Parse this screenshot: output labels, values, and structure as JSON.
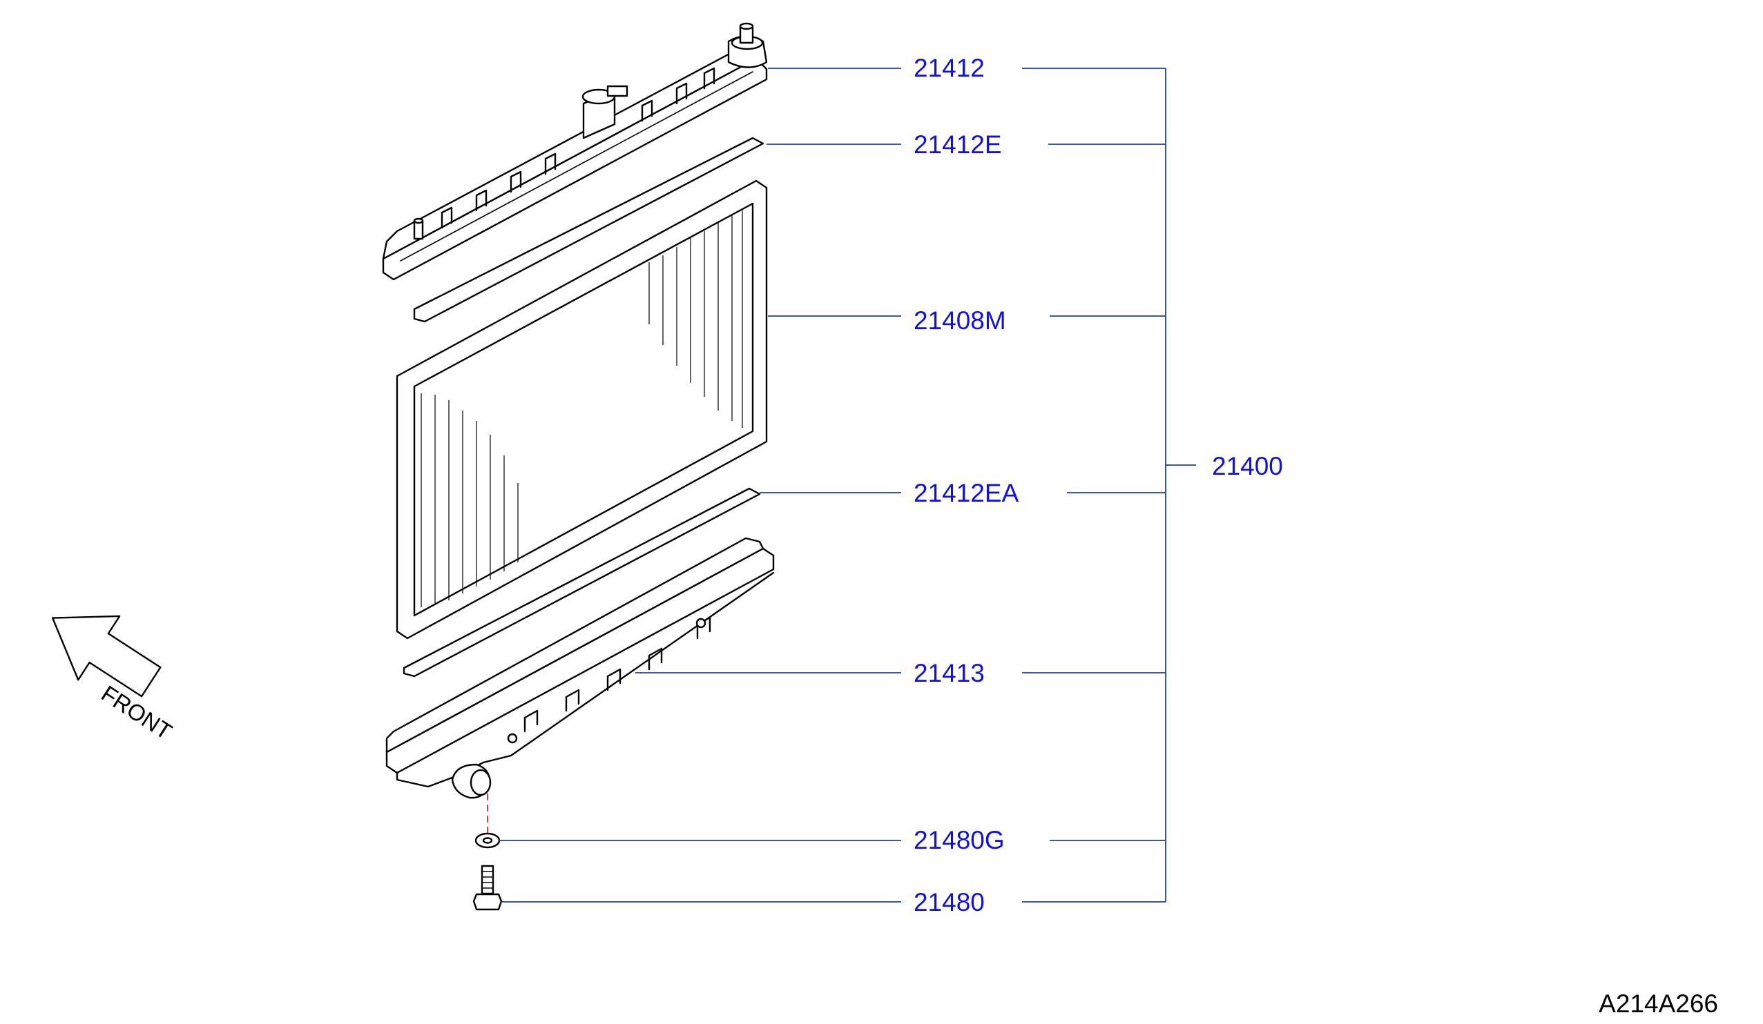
{
  "diagram": {
    "code": "A214A266",
    "front_label": "FRONT",
    "parts": [
      {
        "id": "21412",
        "label": "21412"
      },
      {
        "id": "21412E",
        "label": "21412E"
      },
      {
        "id": "21408M",
        "label": "21408M"
      },
      {
        "id": "21412EA",
        "label": "21412EA"
      },
      {
        "id": "21413",
        "label": "21413"
      },
      {
        "id": "21480G",
        "label": "21480G"
      },
      {
        "id": "21480",
        "label": "21480"
      }
    ],
    "assembly": {
      "label": "21400"
    }
  },
  "colors": {
    "label_text": "#1010e0",
    "leader_line": "#1f3f9a",
    "drawing_ink": "#000000",
    "center_line": "#d03030"
  }
}
